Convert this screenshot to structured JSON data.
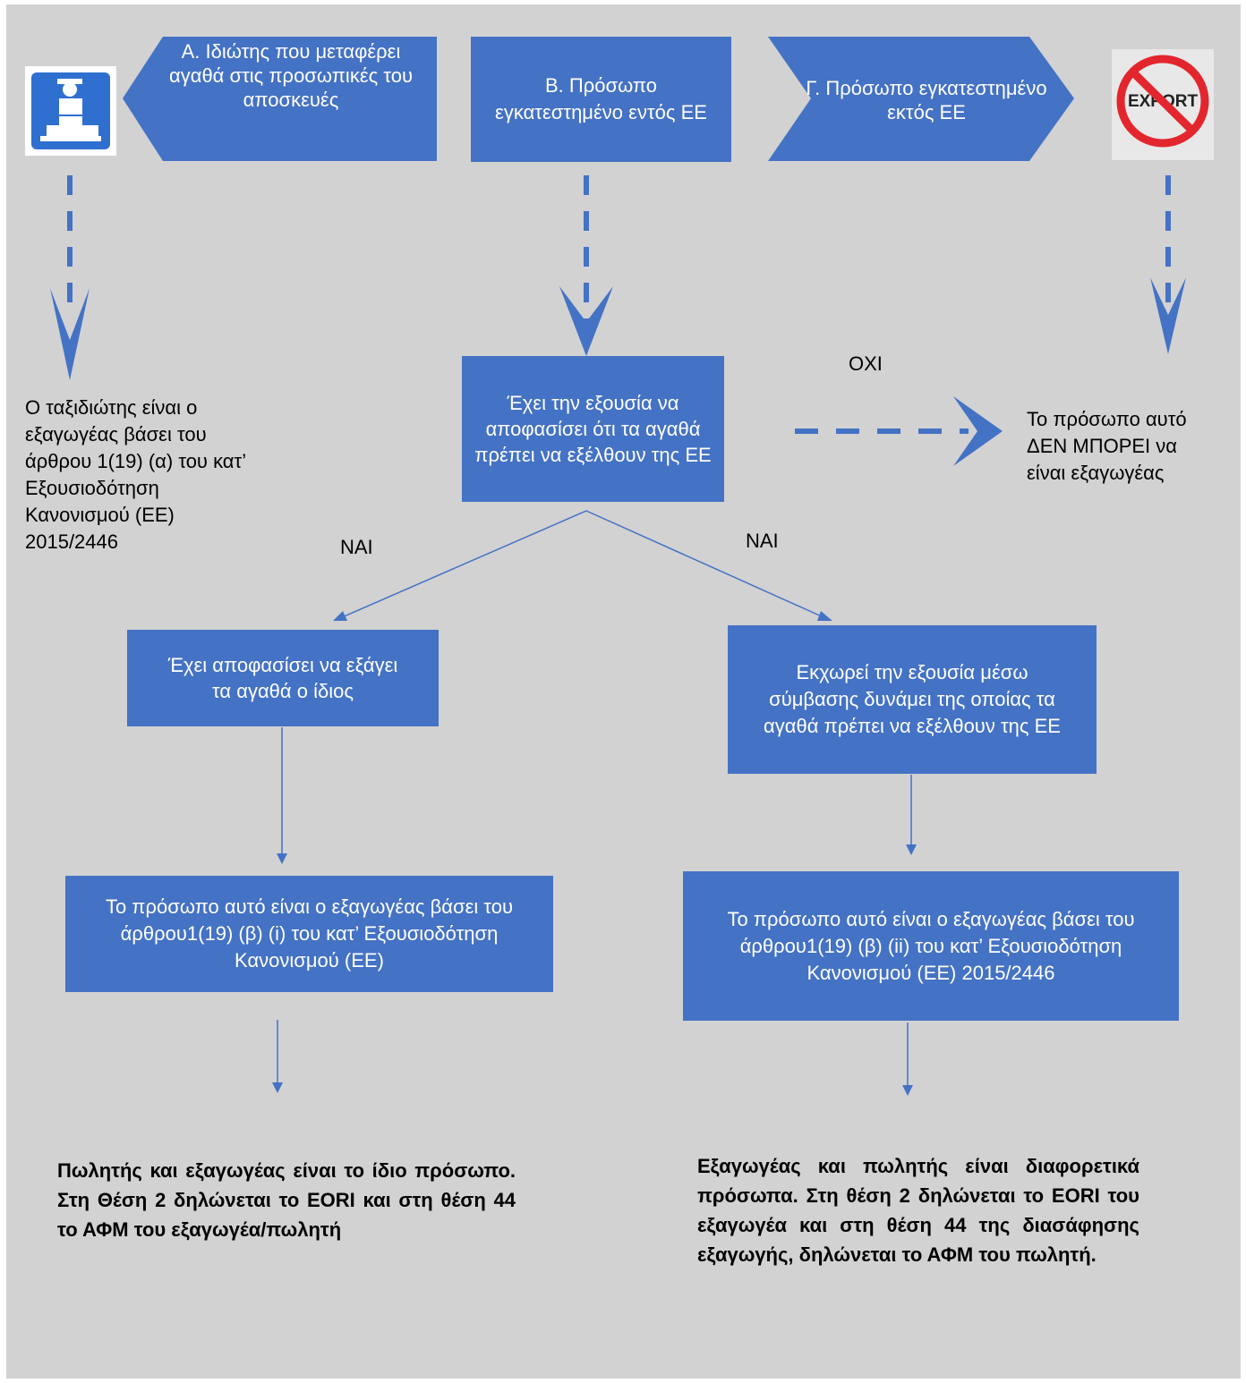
{
  "header": {
    "a_label": "Α. Ιδιώτης που μεταφέρει αγαθά στις προσωπικές του αποσκευές",
    "b_label": "Β. Πρόσωπο εγκατεστημένο εντός ΕΕ",
    "c_label": "Γ. Πρόσωπο εγκατεστημένο εκτός ΕΕ",
    "export_icon_text": "EXPORT"
  },
  "left_column": {
    "traveller_text": "Ο ταξιδιώτης είναι ο εξαγωγέας βάσει του άρθρου 1(19) (α) του κατ’ Εξουσιοδότηση Κανονισμού (ΕΕ) 2015/2446"
  },
  "decision": {
    "question": "Έχει την εξουσία να αποφασίσει ότι τα αγαθά πρέπει να εξέλθουν της ΕΕ",
    "no_label": "ΟΧΙ",
    "no_result": "Το πρόσωπο αυτό ΔΕΝ ΜΠΟΡΕΙ να είναι εξαγωγέας",
    "yes_left_label": "ΝΑΙ",
    "yes_right_label": "ΝΑΙ"
  },
  "left_branch": {
    "decided_text": "Έχει αποφασίσει να εξάγει τα αγαθά ο ίδιος",
    "exporter_text": "Το πρόσωπο αυτό είναι ο εξαγωγέας βάσει του άρθρου1(19) (β) (i) του κατ’ Εξουσιοδότηση Κανονισμού (ΕΕ)",
    "conclusion": "Πωλητής και εξαγωγέας είναι το ίδιο πρόσωπο. Στη Θέση 2 δηλώνεται το EORI και στη θέση 44 το ΑΦΜ του εξαγωγέα/πωλητή"
  },
  "right_branch": {
    "assign_text": "Εκχωρεί την εξουσία μέσω σύμβασης δυνάμει της οποίας τα αγαθά πρέπει να εξέλθουν της ΕΕ",
    "exporter_text": "Το πρόσωπο αυτό είναι ο εξαγωγέας βάσει του άρθρου1(19) (β) (ii) του κατ’ Εξουσιοδότηση Κανονισμού (ΕΕ) 2015/2446",
    "conclusion": "Εξαγωγέας και πωλητής είναι διαφορετικά πρόσωπα. Στη θέση 2 δηλώνεται το EORI του εξαγωγέα και στη θέση 44 της διασάφησης εξαγωγής, δηλώνεται το ΑΦΜ του πωλητή."
  },
  "colors": {
    "box_fill": "#4472c4",
    "background": "#d2d2d3",
    "arrow": "#4472c4"
  }
}
